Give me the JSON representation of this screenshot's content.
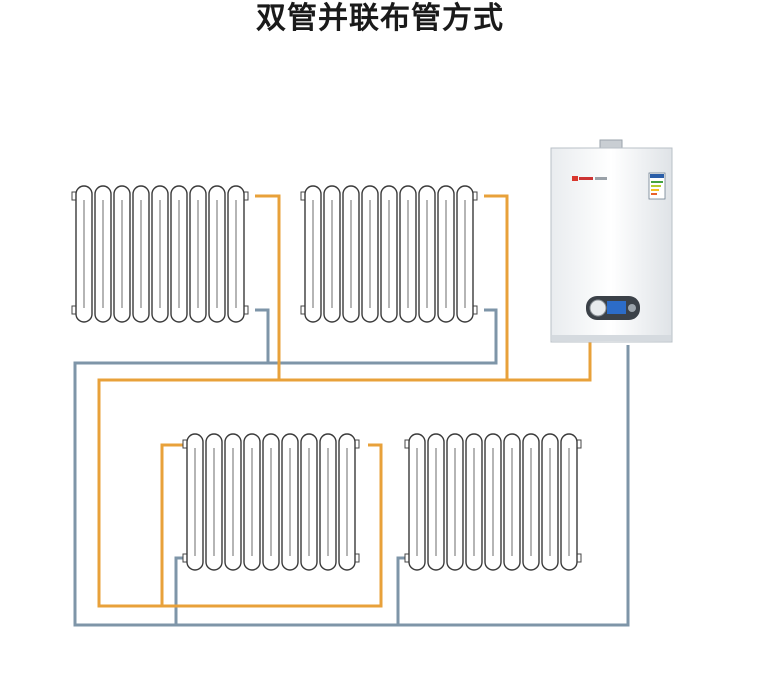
{
  "title": "双管并联布管方式",
  "pipes": {
    "supply_color": "#E8A13A",
    "return_color": "#7E95A8"
  },
  "boiler": {
    "brand_text": "",
    "label_icon": "energy-label-icon",
    "display_icon": "control-panel-icon"
  },
  "radiators": [
    {
      "name": "radiator-top-left",
      "columns": 9
    },
    {
      "name": "radiator-top-right",
      "columns": 9
    },
    {
      "name": "radiator-bottom-left",
      "columns": 9
    },
    {
      "name": "radiator-bottom-right",
      "columns": 9
    }
  ]
}
